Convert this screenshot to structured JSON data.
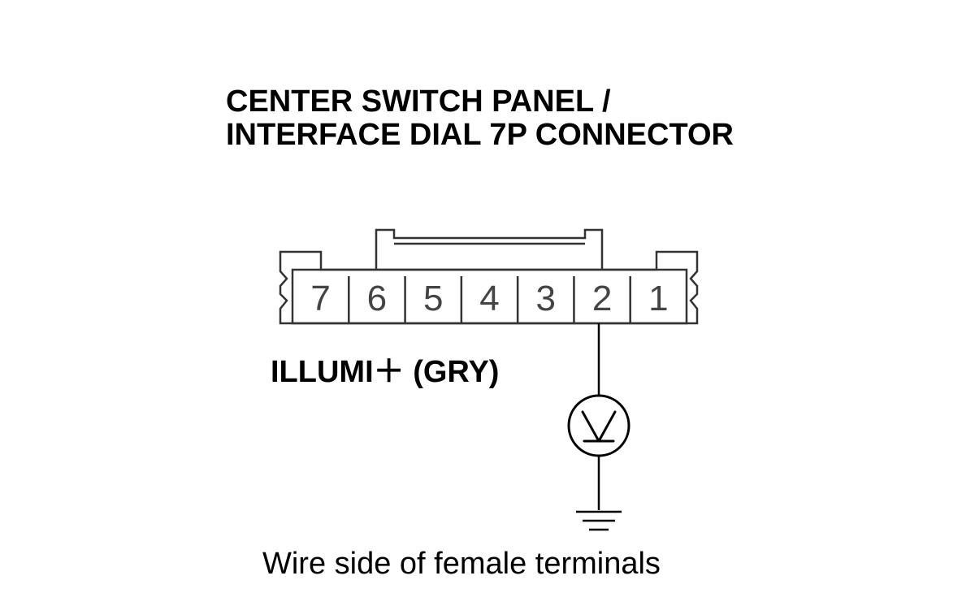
{
  "title": {
    "line1": "CENTER SWITCH PANEL /",
    "line2": "INTERFACE DIAL 7P CONNECTOR"
  },
  "connector": {
    "pins": [
      "7",
      "6",
      "5",
      "4",
      "3",
      "2",
      "1"
    ]
  },
  "signal": {
    "label": "ILLUMI＋ (GRY)",
    "pin": "2"
  },
  "meter": {
    "symbol": "voltmeter-icon"
  },
  "ground": {
    "symbol": "ground-icon"
  },
  "caption": "Wire side of female terminals"
}
